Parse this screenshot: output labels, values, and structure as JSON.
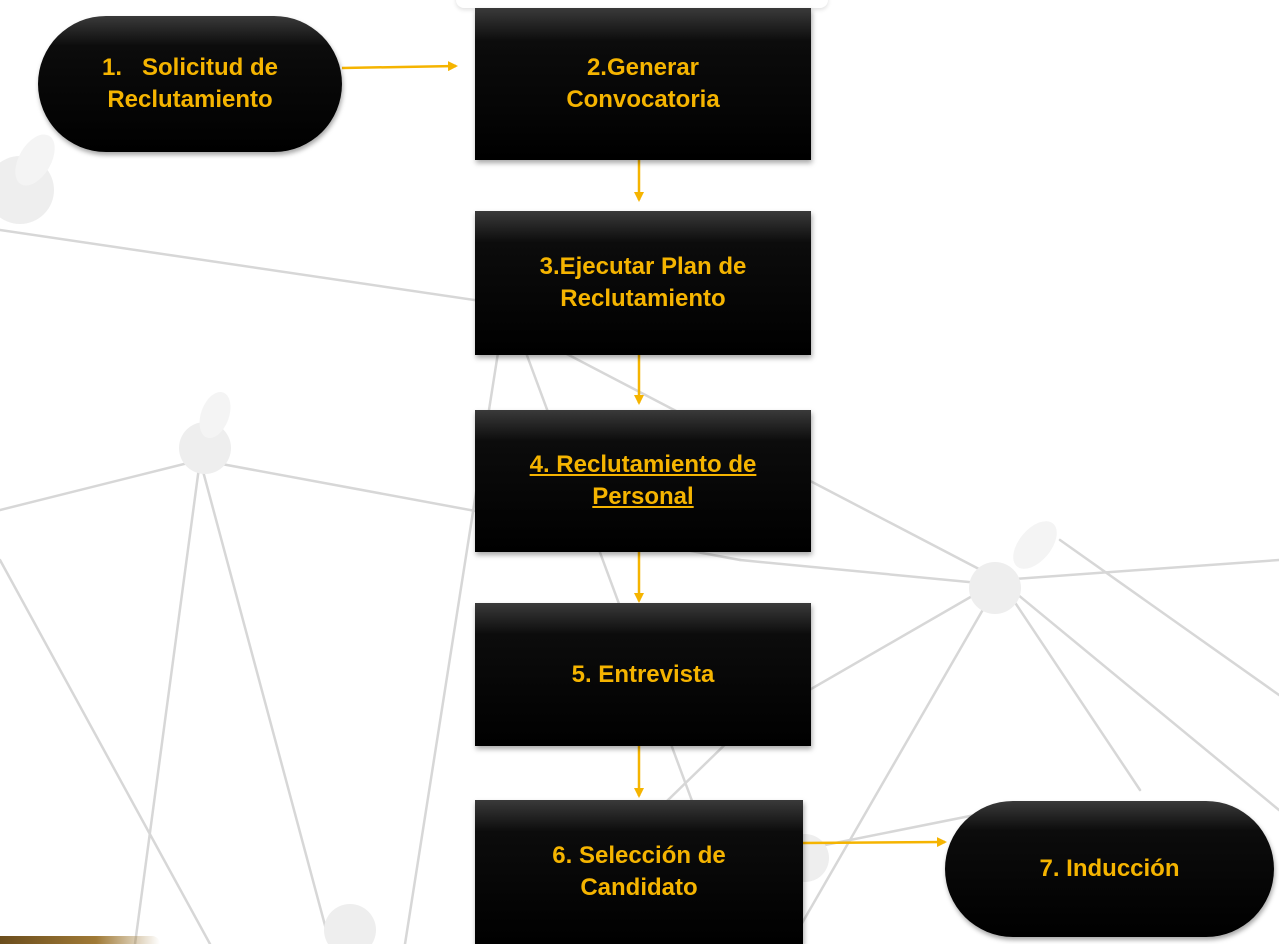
{
  "colors": {
    "accent": "#f5b400",
    "box": "#000000",
    "connector": "#f5b400"
  },
  "diagram": {
    "nodes": [
      {
        "id": "n1",
        "shape": "pill",
        "lines": [
          "1.   Solicitud de",
          "Reclutamiento"
        ]
      },
      {
        "id": "n2",
        "shape": "rect",
        "lines": [
          "2.Generar",
          "Convocatoria"
        ]
      },
      {
        "id": "n3",
        "shape": "rect",
        "lines": [
          "3.Ejecutar Plan de",
          "Reclutamiento"
        ]
      },
      {
        "id": "n4",
        "shape": "rect",
        "lines": [
          "4. Reclutamiento de",
          "Personal"
        ]
      },
      {
        "id": "n5",
        "shape": "rect",
        "lines": [
          "5. Entrevista"
        ]
      },
      {
        "id": "n6",
        "shape": "rect",
        "lines": [
          "6. Selección de",
          "Candidato"
        ]
      },
      {
        "id": "n7",
        "shape": "pill",
        "lines": [
          "7. Inducción"
        ]
      }
    ],
    "edges": [
      {
        "from": "n1",
        "to": "n2"
      },
      {
        "from": "n2",
        "to": "n3"
      },
      {
        "from": "n3",
        "to": "n4"
      },
      {
        "from": "n4",
        "to": "n5"
      },
      {
        "from": "n5",
        "to": "n6"
      },
      {
        "from": "n6",
        "to": "n7"
      }
    ]
  }
}
